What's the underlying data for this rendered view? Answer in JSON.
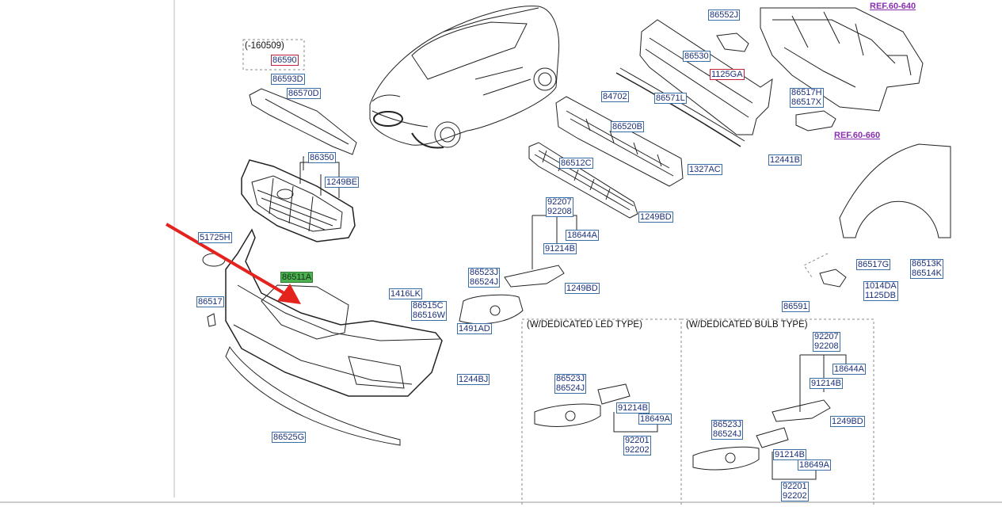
{
  "labels": {
    "p86552J": "86552J",
    "p86530": "86530",
    "p1125GA": "1125GA",
    "p84702": "84702",
    "p86571L": "86571L",
    "p86520B": "86520B",
    "p1327AC": "1327AC",
    "p86517HX": "86517H\n86517X",
    "p12441B": "12441B",
    "p86593D": "86593D",
    "p86590": "86590",
    "p86570D": "86570D",
    "p86350": "86350",
    "p1249BE": "1249BE",
    "p86512C": "86512C",
    "p1249BD_a": "1249BD",
    "p92207_208_a": "92207\n92208",
    "p18644A_a": "18644A",
    "p91214B_a": "91214B",
    "p86523J_524J_a": "86523J\n86524J",
    "p1249BD_b": "1249BD",
    "p51725H": "51725H",
    "p86511A": "86511A",
    "p86517": "86517",
    "p1416LK": "1416LK",
    "p86515CW": "86515C\n86516W",
    "p1491AD": "1491AD",
    "p1244BJ": "1244BJ",
    "p86525G": "86525G",
    "p86517G": "86517G",
    "p86513K_514K": "86513K\n86514K",
    "p1014DA_1125DB": "1014DA\n1125DB",
    "p86591": "86591",
    "p86523J_524J_b": "86523J\n86524J",
    "p91214B_b": "91214B",
    "p18649A_b": "18649A",
    "p92201_202_b": "92201\n92202",
    "p92207_208_c": "92207\n92208",
    "p18644A_c": "18644A",
    "p91214B_c": "91214B",
    "p1249BD_c": "1249BD",
    "p86523J_524J_c": "86523J\n86524J",
    "p91214B_d": "91214B",
    "p18649A_d": "18649A",
    "p92201_202_d": "92201\n92202"
  },
  "refs": {
    "ref640": "REF.60-640",
    "ref660": "REF.60-660"
  },
  "notes": {
    "date_note": "(-160509)",
    "led_title": "(W/DEDICATED LED TYPE)",
    "bulb_title": "(W/DEDICATED BULB TYPE)"
  },
  "colors": {
    "label_border": "#3a6ea5",
    "highlight": "#4caf50",
    "warn_border": "#c0203a",
    "ref_text": "#8a2fb0",
    "arrow": "#e5231e"
  }
}
